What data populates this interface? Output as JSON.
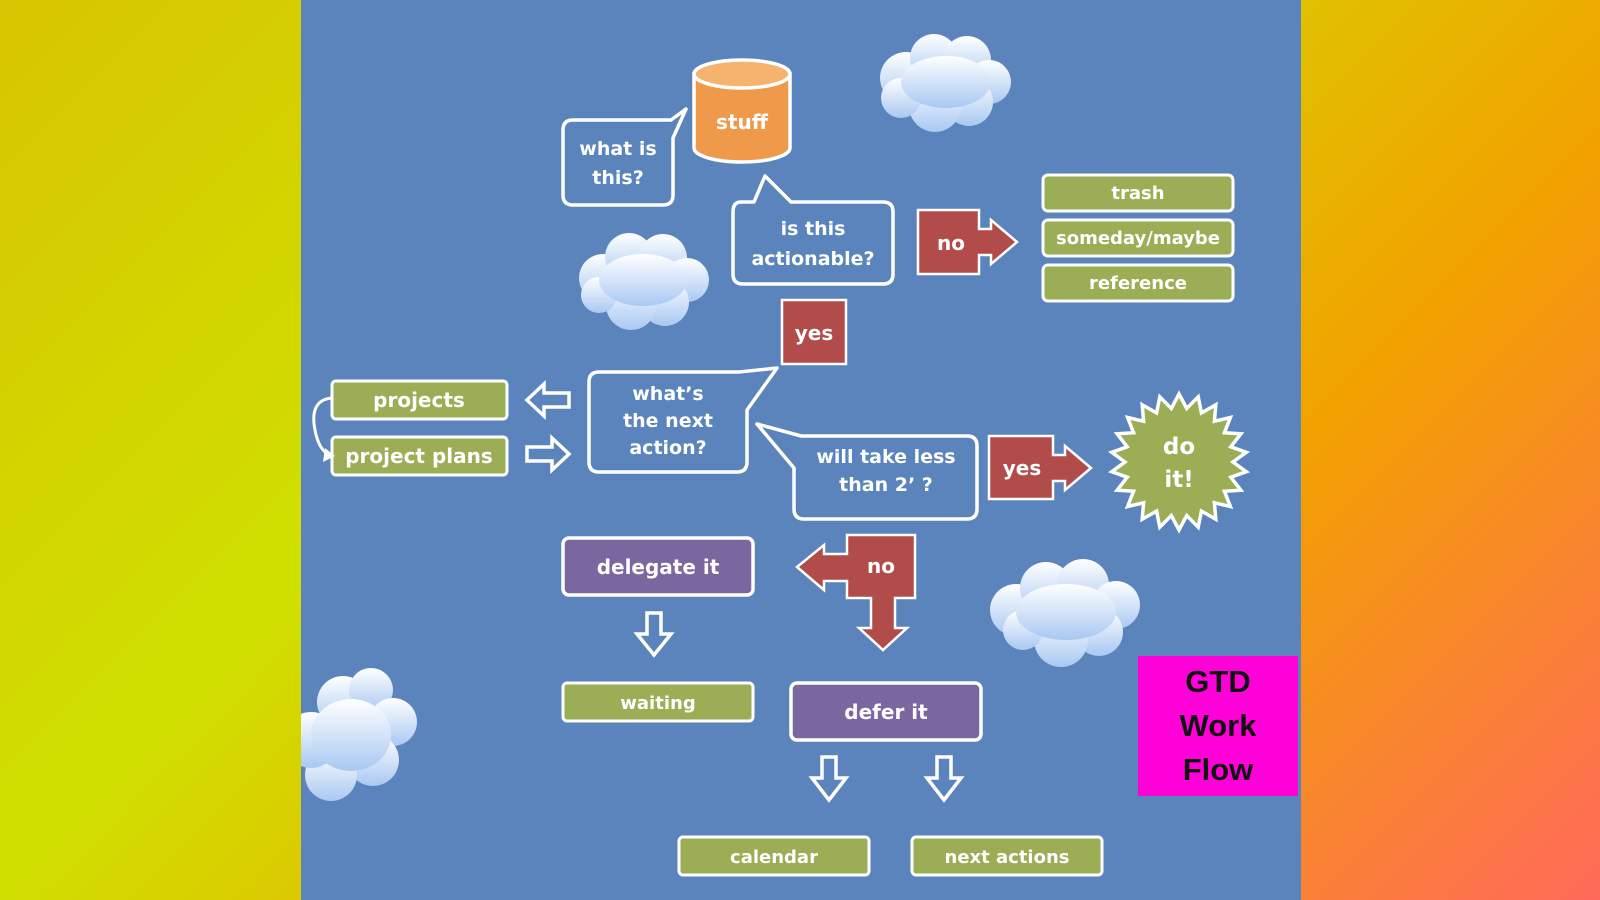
{
  "title": "GTD\nWork\nFlow",
  "nodes": {
    "stuff": "stuff",
    "what_is_this_1": "what is",
    "what_is_this_2": "this?",
    "actionable_1": "is this",
    "actionable_2": "actionable?",
    "no_top": "no",
    "trash": "trash",
    "someday": "someday/maybe",
    "reference": "reference",
    "yes_mid": "yes",
    "next_action_1": "what’s",
    "next_action_2": "the next",
    "next_action_3": "action?",
    "projects": "projects",
    "project_plans": "project plans",
    "less_than_1": "will take less",
    "less_than_2": "than 2’ ?",
    "yes_right": "yes",
    "do_it_1": "do",
    "do_it_2": "it!",
    "delegate": "delegate it",
    "no_bottom": "no",
    "waiting": "waiting",
    "defer": "defer it",
    "calendar": "calendar",
    "next_actions": "next actions"
  },
  "colors": {
    "background": "#5a84bb",
    "green": "#9bad55",
    "red": "#b14c4a",
    "purple": "#7a67a0",
    "orange": "#ef9a4a",
    "title_box": "#ff00d8"
  },
  "icons": [
    "cloud-icon",
    "database-icon",
    "starburst-icon",
    "arrow-icon"
  ]
}
